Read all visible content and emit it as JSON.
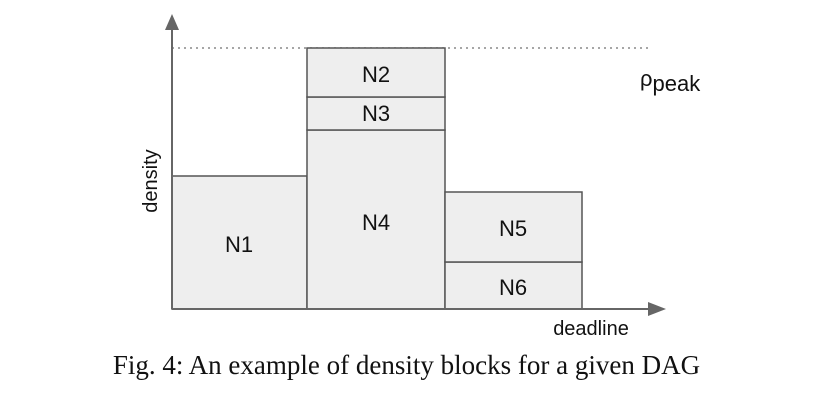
{
  "figure": {
    "blocks": [
      {
        "id": "n1",
        "label": "N1"
      },
      {
        "id": "n2",
        "label": "N2"
      },
      {
        "id": "n3",
        "label": "N3"
      },
      {
        "id": "n4",
        "label": "N4"
      },
      {
        "id": "n5",
        "label": "N5"
      },
      {
        "id": "n6",
        "label": "N6"
      }
    ],
    "y_axis_label": "density",
    "x_axis_label": "deadline",
    "peak_label": {
      "symbol": "ρ",
      "subscript": "peak"
    },
    "colors": {
      "block_fill": "#eeeeee",
      "block_stroke": "#555555",
      "axis": "#666666",
      "peak_line": "#888888"
    }
  },
  "caption": "Fig. 4: An example of density blocks for a given DAG"
}
